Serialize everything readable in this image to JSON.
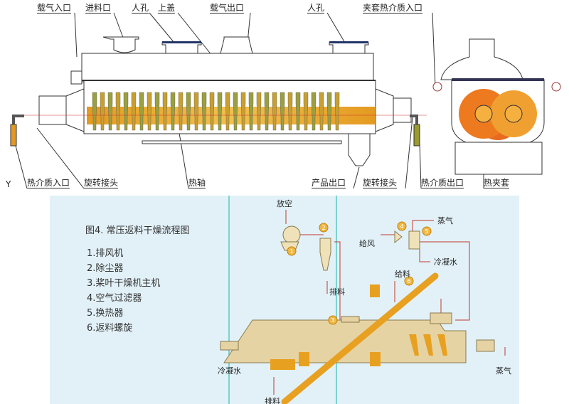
{
  "top_labels": {
    "carrier_gas_inlet": "载气入口",
    "feed_inlet": "进料口",
    "manhole_1": "人孔",
    "top_cover": "上盖",
    "carrier_gas_outlet": "载气出口",
    "manhole_2": "人孔",
    "jacket_medium_inlet": "夹套热介质入口"
  },
  "bottom_labels": {
    "y_mark": "Y",
    "medium_inlet": "热介质入口",
    "rotary_joint_left": "旋转接头",
    "hot_shaft": "热轴",
    "product_outlet": "产品出口",
    "rotary_joint_right": "旋转接头",
    "medium_outlet": "热介质出口",
    "hot_jacket": "热夹套"
  },
  "flow_chart": {
    "title": "图4. 常压返料干燥流程图",
    "legend": [
      "1.排风机",
      "2.除尘器",
      "3.桨叶干燥机主机",
      "4.空气过滤器",
      "5.换热器",
      "6.返料螺旋"
    ],
    "labels": {
      "vent": "放空",
      "discharge_1": "排料",
      "air_supply": "给风",
      "steam_top": "蒸气",
      "condensate_top": "冷凝水",
      "feed": "给料",
      "condensate_left": "冷凝水",
      "steam_right": "蒸气",
      "discharge_2": "排料"
    },
    "markers": [
      "1",
      "2",
      "3",
      "4",
      "5",
      "6"
    ]
  },
  "colors": {
    "panel": "#e2f1f8",
    "machine": "#e6d3a4",
    "screw": "#e8a020",
    "shaft": "#f0a830",
    "pipe_red": "#c0392b",
    "divider": "#5cc8c0"
  }
}
